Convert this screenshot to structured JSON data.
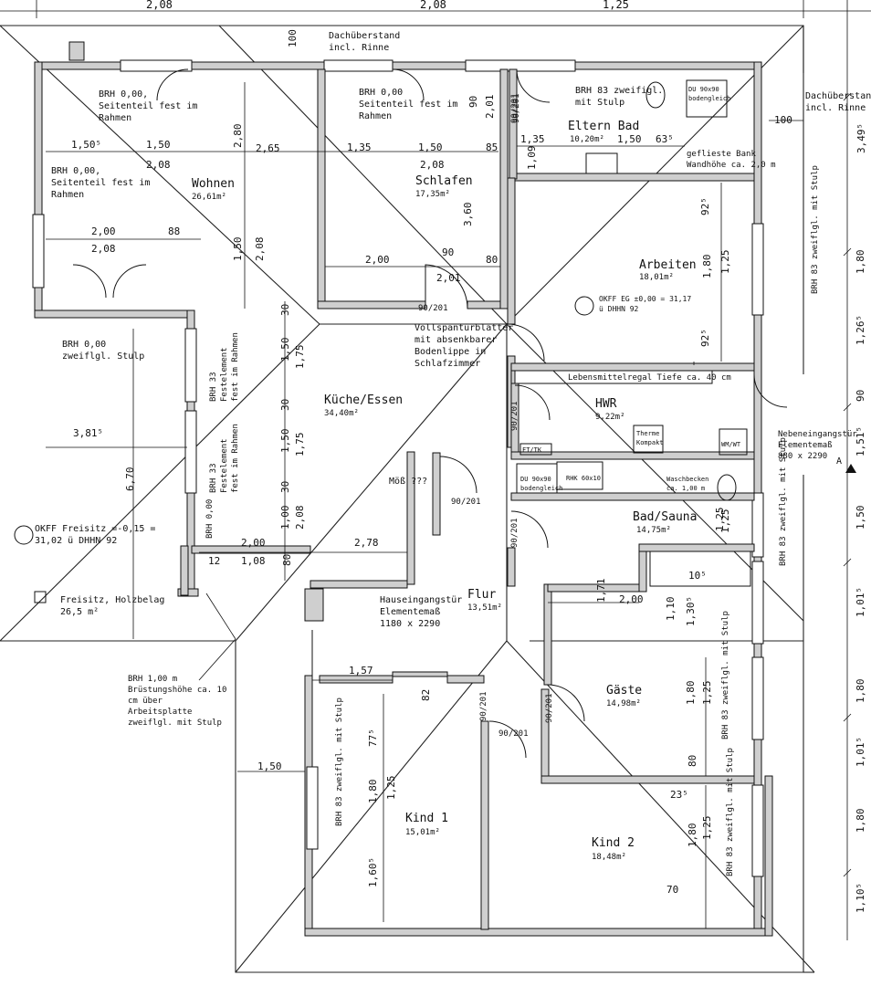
{
  "top_dims": [
    "2,08",
    "2,08",
    "1,25"
  ],
  "roof_notes": [
    {
      "id": "top",
      "lines": [
        "Dachüberstand",
        "incl. Rinne"
      ]
    },
    {
      "id": "right",
      "lines": [
        "Dachüberstand",
        "incl. Rinne"
      ]
    }
  ],
  "rooms": [
    {
      "id": "wohnen",
      "name": "Wohnen",
      "area": "26,61m²"
    },
    {
      "id": "schlafen",
      "name": "Schlafen",
      "area": "17,35m²"
    },
    {
      "id": "eltern-bad",
      "name": "Eltern Bad",
      "area": "10,20m²"
    },
    {
      "id": "arbeiten",
      "name": "Arbeiten",
      "area": "18,01m²"
    },
    {
      "id": "kueche",
      "name": "Küche/Essen",
      "area": "34,40m²"
    },
    {
      "id": "hwr",
      "name": "HWR",
      "area": "9,22m²"
    },
    {
      "id": "bad-sauna",
      "name": "Bad/Sauna",
      "area": "14,75m²"
    },
    {
      "id": "flur",
      "name": "Flur",
      "area": "13,51m²"
    },
    {
      "id": "gaeste",
      "name": "Gäste",
      "area": "14,98m²"
    },
    {
      "id": "kind1",
      "name": "Kind 1",
      "area": "15,01m²"
    },
    {
      "id": "kind2",
      "name": "Kind 2",
      "area": "18,48m²"
    }
  ],
  "annotations": [
    {
      "id": "brh-wohnen-1",
      "lines": [
        "BRH 0,00,",
        "Seitenteil fest im",
        "Rahmen"
      ]
    },
    {
      "id": "brh-wohnen-2",
      "lines": [
        "BRH 0,00,",
        "Seitenteil fest im",
        "Rahmen"
      ]
    },
    {
      "id": "brh-schlafen",
      "lines": [
        "BRH 0,00",
        "Seitenteil fest im",
        "Rahmen"
      ]
    },
    {
      "id": "brh-bad",
      "lines": [
        "BRH 83 zweifigl.",
        "mit Stulp"
      ]
    },
    {
      "id": "du-top",
      "lines": [
        "DU 90x90",
        "bodengleich"
      ]
    },
    {
      "id": "bank",
      "lines": [
        "geflieste Bank",
        "Wandhöhe ca. 2,0 m"
      ]
    },
    {
      "id": "brh-0-stulp",
      "lines": [
        "BRH 0,00",
        "zweiflgl. Stulp"
      ]
    },
    {
      "id": "vollspan",
      "lines": [
        "Vollspantürblätter",
        "mit absenkbarer",
        "Bodenlippe in",
        "Schlafzimmer"
      ]
    },
    {
      "id": "regal",
      "lines": [
        "Lebensmittelregal Tiefe ca. 40 cm"
      ]
    },
    {
      "id": "nebeneingang",
      "lines": [
        "Nebeneingangstür",
        "Elementemaß",
        "880 x 2290"
      ]
    },
    {
      "id": "okff-eg",
      "lines": [
        "OKFF EG ±0,00 = 31,17",
        "ü DHHN 92"
      ]
    },
    {
      "id": "okff-freisitz",
      "lines": [
        "OKFF Freisitz =-0,15 =",
        "31,02 ü DHHN 92"
      ]
    },
    {
      "id": "freisitz",
      "lines": [
        "Freisitz, Holzbelag",
        "26,5 m²"
      ]
    },
    {
      "id": "hauseingang",
      "lines": [
        "Hauseingangstür",
        "Elementemaß",
        "1180 x 2290"
      ]
    },
    {
      "id": "brh-100",
      "lines": [
        "BRH 1,00 m",
        "Brüstungshöhe ca. 10",
        "cm über",
        "Arbeitsplatte",
        "zweiflgl. mit Stulp"
      ]
    },
    {
      "id": "du-hwr",
      "lines": [
        "DU 90x90",
        "bodengleich"
      ]
    },
    {
      "id": "waschbecken",
      "lines": [
        "Waschbecken",
        "ca. 1,00 m"
      ]
    },
    {
      "id": "therme",
      "lines": [
        "Therme",
        "Kompakt"
      ]
    },
    {
      "id": "wm-wt",
      "lines": [
        "WM/WT"
      ]
    },
    {
      "id": "ft-tk",
      "lines": [
        "FT/TK"
      ]
    },
    {
      "id": "rhk",
      "lines": [
        "RHK 60x10"
      ]
    },
    {
      "id": "moeb",
      "lines": [
        "Möß ???"
      ]
    },
    {
      "id": "brh-33-a",
      "lines": [
        "BRH 33",
        "Festelement",
        "fest im Rahmen"
      ]
    },
    {
      "id": "brh-33-b",
      "lines": [
        "BRH 33",
        "Festelement",
        "fest im Rahmen"
      ]
    },
    {
      "id": "brh-0-small",
      "lines": [
        "BRH 0,00"
      ]
    }
  ],
  "vertical_notes": [
    {
      "id": "v-arbeiten",
      "text": "BRH 83 zweiflgl. mit Stulp"
    },
    {
      "id": "v-bad",
      "text": "BRH 83 zweiflgl. mit Stulp"
    },
    {
      "id": "v-gaeste",
      "text": "BRH 83 zweiflgl. mit Stulp"
    },
    {
      "id": "v-kind2",
      "text": "BRH 83 zweiflgl. mit Stulp"
    },
    {
      "id": "v-kind1",
      "text": "BRH 83 zweiflgl. mit Stulp"
    }
  ],
  "doors": [
    {
      "id": "d-schlafen",
      "label": "90/201"
    },
    {
      "id": "d-schlafen-2",
      "label": "90/201"
    },
    {
      "id": "d-bad",
      "label": "90/201"
    },
    {
      "id": "d-hwr",
      "label": "90/201"
    },
    {
      "id": "d-kueche",
      "label": "90/201"
    },
    {
      "id": "d-badsauna",
      "label": "90/201"
    },
    {
      "id": "d-kind1",
      "label": "90/201"
    },
    {
      "id": "d-kind1b",
      "label": "90/201"
    },
    {
      "id": "d-gaeste",
      "label": "90/201"
    }
  ],
  "dimensions": [
    "1,50⁵",
    "1,50",
    "2,08",
    "1,35",
    "1,50",
    "85",
    "2,08",
    "1,35",
    "1,50",
    "63⁵",
    "2,80",
    "2,65",
    "2,00",
    "88",
    "2,08",
    "1,50",
    "2,08",
    "3,60",
    "2,00",
    "90",
    "80",
    "2,01",
    "90",
    "2,01",
    "1,09",
    "1,80",
    "1,25",
    "92⁵",
    "92⁵",
    "1,25",
    "3,81⁵",
    "6,70",
    "1,50",
    "1,75",
    "1,50",
    "1,75",
    "1,00",
    "2,08",
    "30",
    "30",
    "30",
    "2,00",
    "1,08",
    "12",
    "80",
    "2,78",
    "1,71",
    "2,00",
    "1,10",
    "1,30⁵",
    "1,25",
    "1,57",
    "82",
    "1,50",
    "77⁵",
    "1,80",
    "1,25",
    "1,60⁵",
    "1,80",
    "1,25",
    "80",
    "23⁵",
    "1,80",
    "1,25",
    "3,49⁵",
    "1,80",
    "1,26⁵",
    "90",
    "1,51⁵",
    "1,50",
    "1,01⁵",
    "1,80",
    "1,01⁵",
    "1,80",
    "1,10⁵",
    "100",
    "100",
    "70"
  ],
  "marks": [
    "A",
    "10⁵"
  ]
}
